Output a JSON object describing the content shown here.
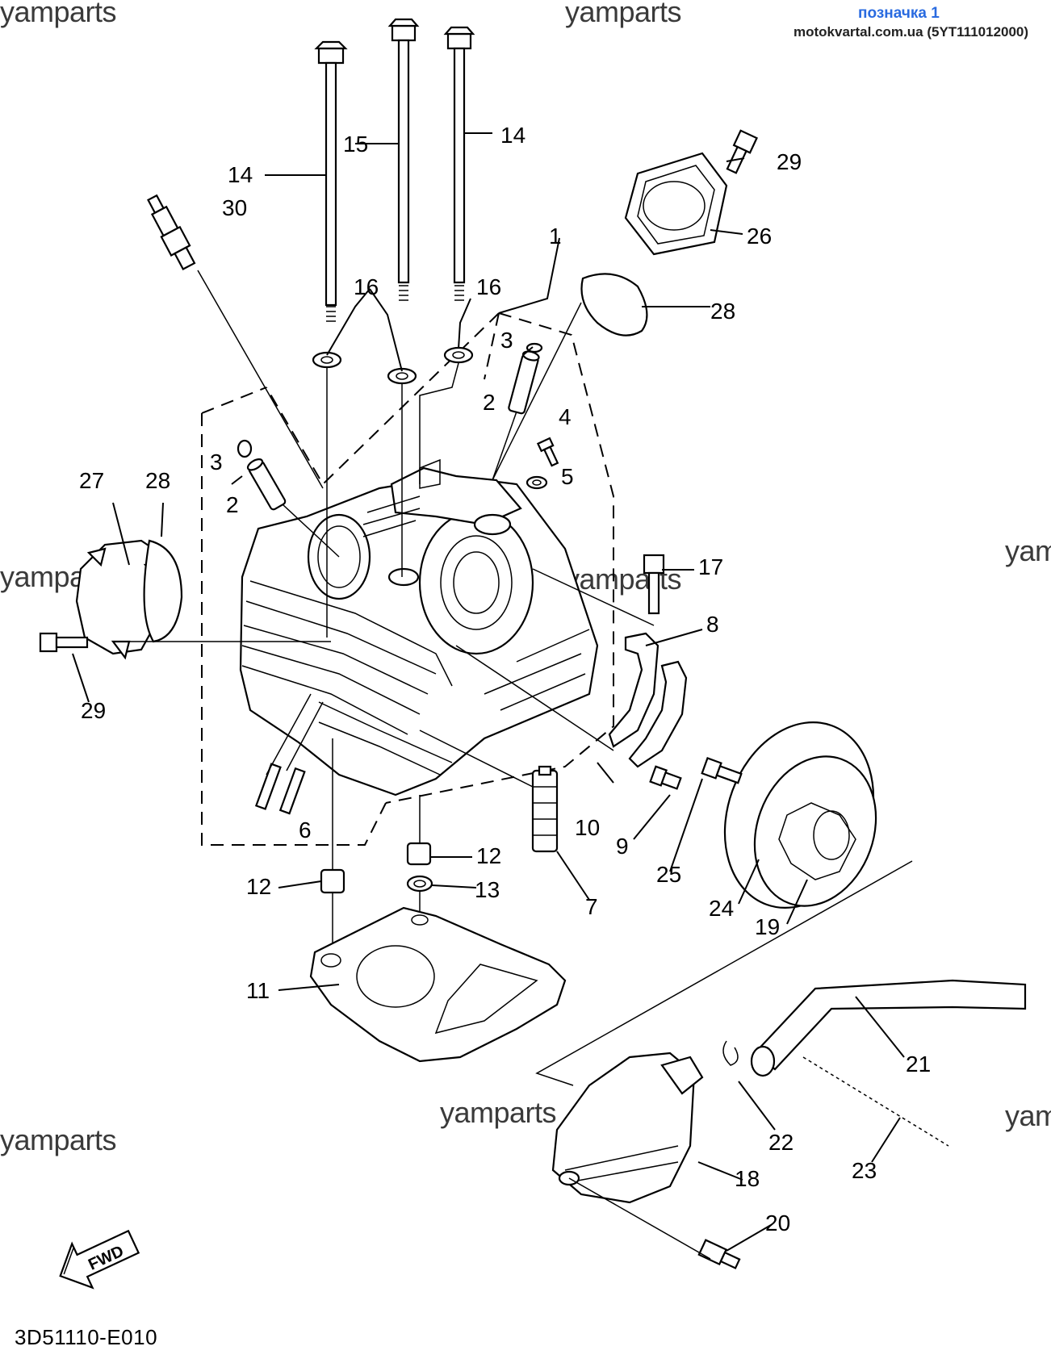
{
  "header": {
    "link_text": "позначка 1",
    "site_text": "motokvartal.com.ua (5YT111012000)"
  },
  "watermarks": [
    {
      "id": "wm-top-left",
      "text": "yamparts"
    },
    {
      "id": "wm-top-center",
      "text": "yamparts"
    },
    {
      "id": "wm-mid-1",
      "text": "yamparts"
    },
    {
      "id": "wm-mid-2",
      "text": "yamparts"
    },
    {
      "id": "wm-mid-left",
      "text": "yamparts"
    },
    {
      "id": "wm-right-1",
      "text": "yamp"
    },
    {
      "id": "wm-bottom-left",
      "text": "yamparts"
    },
    {
      "id": "wm-bottom-center",
      "text": "yamparts"
    },
    {
      "id": "wm-bottom-center-2",
      "text": "yamparts"
    },
    {
      "id": "wm-right-2",
      "text": "yam"
    }
  ],
  "diagram": {
    "callouts": [
      "1",
      "2",
      "2",
      "3",
      "3",
      "4",
      "5",
      "6",
      "7",
      "8",
      "9",
      "10",
      "11",
      "12",
      "12",
      "13",
      "14",
      "14",
      "15",
      "16",
      "16",
      "17",
      "18",
      "19",
      "20",
      "21",
      "22",
      "23",
      "24",
      "25",
      "26",
      "27",
      "28",
      "28",
      "29",
      "29",
      "30"
    ],
    "fwd_label": "FWD",
    "drawing_code": "3D51110-E010"
  }
}
